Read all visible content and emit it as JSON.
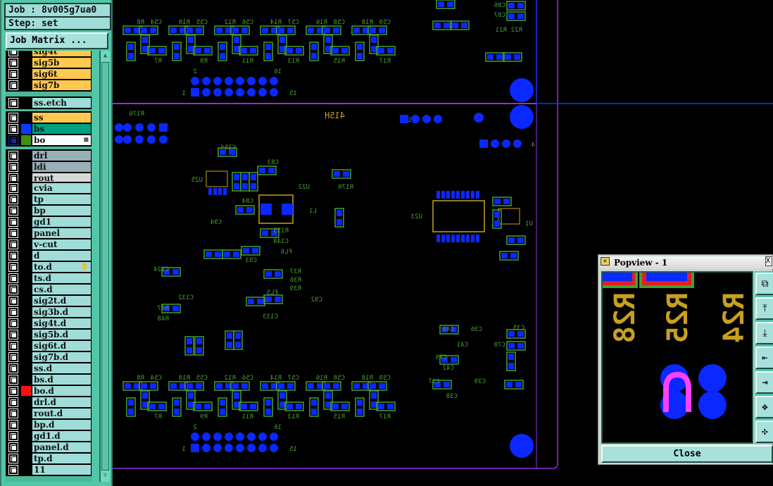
{
  "header": {
    "job": "Job : 8v005g7ua0",
    "step": "Step: set",
    "job_matrix": "Job Matrix ..."
  },
  "layer_groups": [
    {
      "layers": [
        {
          "name": "sig4t",
          "color": "#ffc850"
        },
        {
          "name": "sig5b",
          "color": "#ffc850"
        },
        {
          "name": "sig6t",
          "color": "#ffc850"
        },
        {
          "name": "sig7b",
          "color": "#ffc850"
        }
      ]
    },
    {
      "layers": [
        {
          "name": "ss.etch",
          "color": "#a0dcd8"
        }
      ]
    },
    {
      "layers": [
        {
          "name": "ss",
          "color": "#ffc850"
        },
        {
          "name": "bs",
          "color": "#00a080",
          "swatch": "#0a3cff"
        },
        {
          "name": "bo",
          "color": "#ffffff",
          "swatch": "#409010",
          "selected": true,
          "mark": "⊞"
        }
      ]
    },
    {
      "layers": [
        {
          "name": "drl",
          "color": "#98b0b8"
        },
        {
          "name": "ldi",
          "color": "#98b0b8"
        },
        {
          "name": "rout",
          "color": "#d8d8d8"
        }
      ]
    },
    {
      "layers": [
        {
          "name": "cvia"
        },
        {
          "name": "tp"
        },
        {
          "name": "bp"
        },
        {
          "name": "gd1"
        },
        {
          "name": "panel"
        },
        {
          "name": "v-cut"
        },
        {
          "name": "d"
        },
        {
          "name": "to.d",
          "mark": "✋"
        },
        {
          "name": "ts.d"
        },
        {
          "name": "cs.d"
        },
        {
          "name": "sig2t.d"
        },
        {
          "name": "sig3b.d"
        },
        {
          "name": "sig4t.d"
        },
        {
          "name": "sig5b.d"
        },
        {
          "name": "sig6t.d"
        },
        {
          "name": "sig7b.d"
        },
        {
          "name": "ss.d"
        },
        {
          "name": "bs.d"
        },
        {
          "name": "bo.d",
          "swatch": "#ff1010"
        },
        {
          "name": "drl.d"
        },
        {
          "name": "rout.d"
        },
        {
          "name": "bp.d"
        },
        {
          "name": "gd1.d"
        },
        {
          "name": "panel.d"
        },
        {
          "name": "tp.d"
        },
        {
          "name": "11"
        }
      ]
    }
  ],
  "board": {
    "labels": [
      "415H",
      "U25",
      "U22",
      "U23",
      "L1",
      "U1",
      "C154",
      "C83",
      "C84",
      "R170",
      "R176",
      "C94",
      "R155",
      "C148",
      "FL6",
      "C93",
      "R37",
      "R36",
      "R39",
      "C92",
      "FL5",
      "C133",
      "C132",
      "C124",
      "R47",
      "R48",
      "C35",
      "C78",
      "C79",
      "C40",
      "C36",
      "C41",
      "C42",
      "C37",
      "C38",
      "C39",
      "R22",
      "R21",
      "C86",
      "C87",
      "R8",
      "C54",
      "R10",
      "C55",
      "R12",
      "C56",
      "R14",
      "C57",
      "R16",
      "C58",
      "R18",
      "C59",
      "R7",
      "R9",
      "R11",
      "R13",
      "R15",
      "R17",
      "1",
      "2",
      "15",
      "16",
      "4"
    ],
    "colors": {
      "pad": "#0a28ff",
      "outline": "#48a030",
      "silk": "#c8a020",
      "profile": "#9030e0",
      "frame": "#1a30ff"
    }
  },
  "popview": {
    "title": "Popview - 1",
    "close": "Close",
    "labels": [
      "R28",
      "R25",
      "R24"
    ],
    "tools": [
      "zoom-fit-icon",
      "pan-up-icon",
      "pan-down-icon",
      "pan-left-icon",
      "pan-right-icon",
      "zoom-out-icon",
      "zoom-in-icon"
    ]
  }
}
